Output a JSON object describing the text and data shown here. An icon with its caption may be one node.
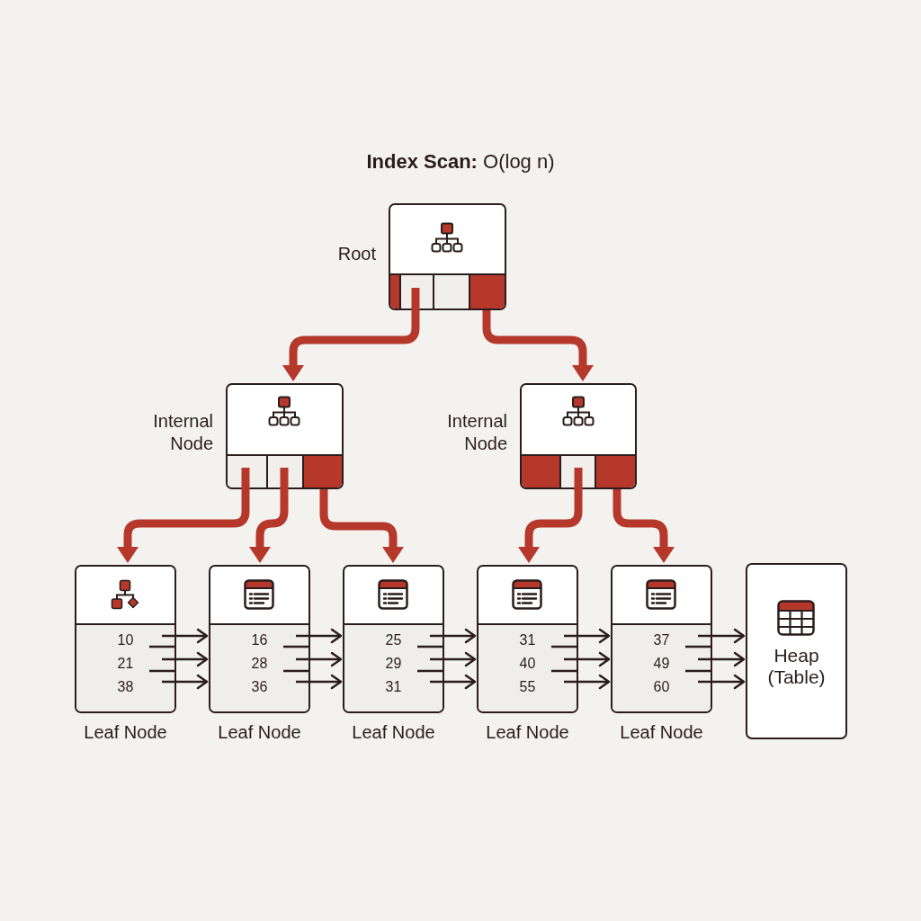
{
  "diagram": {
    "title": "**Index Scan:** O(log n)",
    "nodes": [
      {
        "text": [
          "Root"
        ]
      },
      {
        "text": [
          "Internal Node"
        ]
      },
      {
        "text": [
          "Internal Node"
        ]
      },
      {
        "text": [
          "10",
          "21",
          "38",
          "Leaf Node"
        ]
      },
      {
        "text": [
          "16",
          "28",
          "36",
          "Leaf Node"
        ]
      },
      {
        "text": [
          "25",
          "29",
          "31",
          "Leaf Node"
        ]
      },
      {
        "text": [
          "31",
          "40",
          "55",
          "Leaf Node"
        ]
      },
      {
        "text": [
          "37",
          "49",
          "60",
          "Leaf Node"
        ]
      },
      {
        "text": [
          "Heap (Table)"
        ]
      }
    ],
    "edges": [
      {
        "from": 0,
        "to": 1,
        "arrow": "to",
        "style": "thick",
        "color": "#b5382b"
      },
      {
        "from": 0,
        "to": 2,
        "arrow": "to",
        "style": "thick",
        "color": "#b5382b"
      },
      {
        "from": 1,
        "to": 3,
        "arrow": "to",
        "style": "thick",
        "color": "#b5382b"
      },
      {
        "from": 1,
        "to": 4,
        "arrow": "to",
        "style": "thick",
        "color": "#b5382b"
      },
      {
        "from": 1,
        "to": 5,
        "arrow": "to",
        "style": "thick",
        "color": "#b5382b"
      },
      {
        "from": 2,
        "to": 6,
        "arrow": "to",
        "style": "thick",
        "color": "#b5382b"
      },
      {
        "from": 2,
        "to": 7,
        "arrow": "to",
        "style": "thick",
        "color": "#b5382b"
      },
      {
        "from": 3,
        "to": 4,
        "arrow": "to"
      },
      {
        "from": 3,
        "to": 4,
        "arrow": "to"
      },
      {
        "from": 3,
        "to": 4,
        "arrow": "to"
      },
      {
        "from": 4,
        "to": 5,
        "arrow": "to"
      },
      {
        "from": 4,
        "to": 5,
        "arrow": "to"
      },
      {
        "from": 4,
        "to": 5,
        "arrow": "to"
      },
      {
        "from": 5,
        "to": 6,
        "arrow": "to"
      },
      {
        "from": 5,
        "to": 6,
        "arrow": "to"
      },
      {
        "from": 5,
        "to": 6,
        "arrow": "to"
      },
      {
        "from": 6,
        "to": 7,
        "arrow": "to"
      },
      {
        "from": 6,
        "to": 7,
        "arrow": "to"
      },
      {
        "from": 6,
        "to": 7,
        "arrow": "to"
      },
      {
        "from": 7,
        "to": 8,
        "arrow": "to"
      },
      {
        "from": 7,
        "to": 8,
        "arrow": "to"
      },
      {
        "from": 7,
        "to": 8,
        "arrow": "to"
      }
    ]
  }
}
